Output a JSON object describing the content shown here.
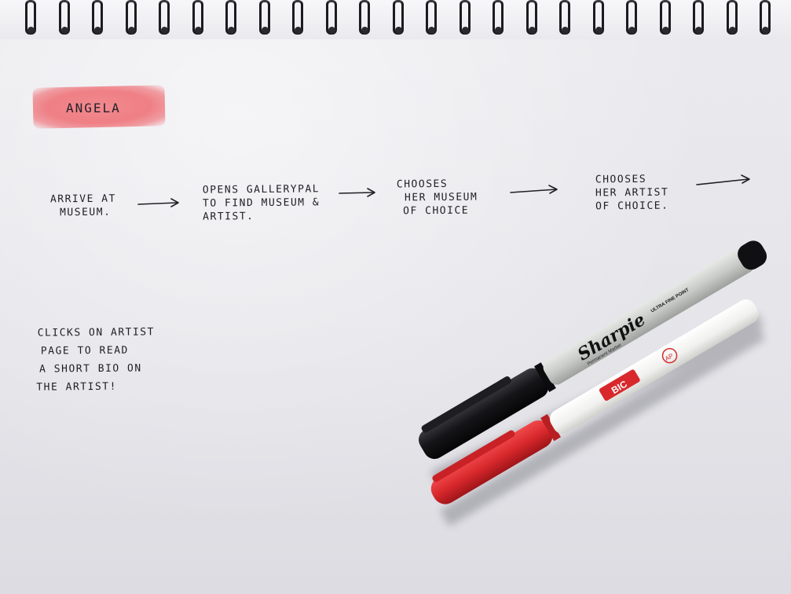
{
  "notebook": {
    "persona_name": "ANGELA"
  },
  "journey": {
    "steps": [
      {
        "lines": [
          "ARRIVE AT",
          "MUSEUM."
        ]
      },
      {
        "lines": [
          "OPENS GALLERYPAL",
          "TO FIND MUSEUM &",
          "ARTIST."
        ]
      },
      {
        "lines": [
          "CHOOSES",
          "HER MUSEUM",
          "OF CHOICE"
        ]
      },
      {
        "lines": [
          "CHOOSES",
          "HER ARTIST",
          "OF CHOICE."
        ]
      }
    ],
    "next_step": {
      "lines": [
        "CLICKS ON ARTIST",
        "PAGE TO READ",
        "A SHORT BIO ON",
        "THE ARTIST!"
      ]
    }
  },
  "markers": {
    "sharpie": {
      "brand": "Sharpie",
      "subtext": "Permanent Marker",
      "tip_label": "ULTRA FINE POINT",
      "barrel_color": "#c9cbc8",
      "cap_color": "#111113"
    },
    "bic": {
      "brand": "BIC",
      "badge": "AP",
      "barrel_color": "#f4f4f2",
      "cap_color": "#d8282c"
    }
  }
}
